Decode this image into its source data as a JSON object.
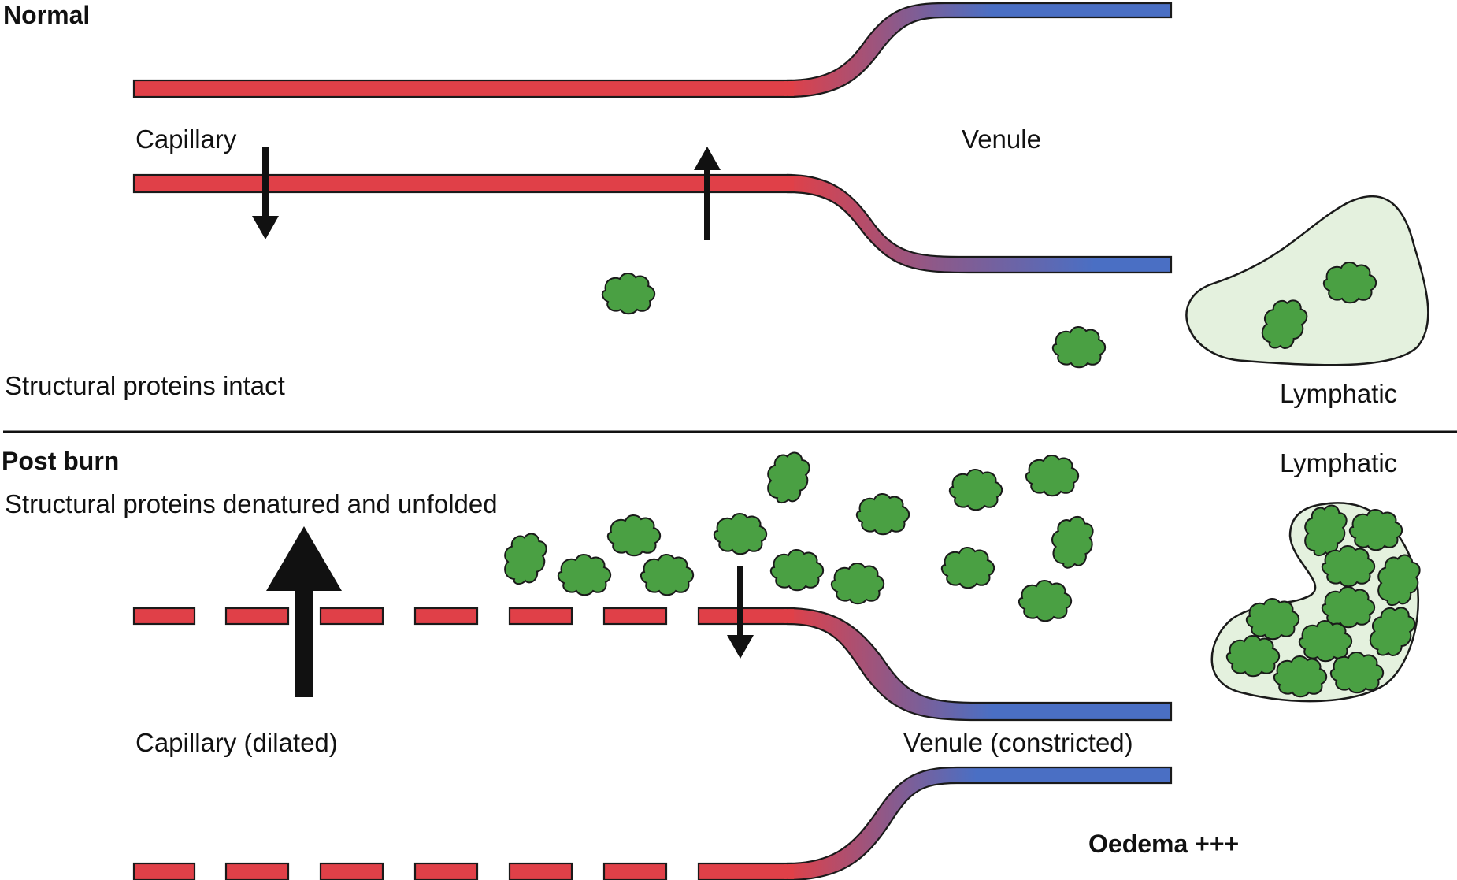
{
  "normal_panel": {
    "heading": "Normal",
    "capillary_label": "Capillary",
    "venule_label": "Venule",
    "proteins_label": "Structural proteins intact",
    "lymphatic_label": "Lymphatic"
  },
  "post_burn_panel": {
    "heading": "Post burn",
    "proteins_label": "Structural proteins denatured and unfolded",
    "capillary_label": "Capillary (dilated)",
    "venule_label": "Venule (constricted)",
    "lymphatic_label": "Lymphatic",
    "oedema_label": "Oedema +++"
  },
  "colors": {
    "capillary": "#e04048",
    "venule": "#4a6fc4",
    "protein": "#4aa043",
    "lymphatic": "#e4f1de"
  }
}
